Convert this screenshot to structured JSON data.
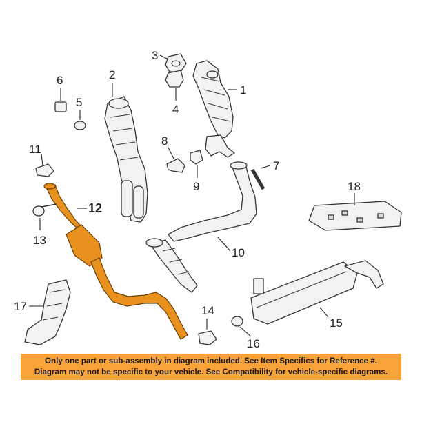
{
  "callouts": {
    "c1": "1",
    "c2": "2",
    "c3": "3",
    "c4": "4",
    "c5": "5",
    "c6": "6",
    "c7": "7",
    "c8": "8",
    "c9": "9",
    "c10": "10",
    "c11": "11",
    "c12": "12",
    "c13": "13",
    "c14": "14",
    "c15": "15",
    "c16": "16",
    "c17": "17",
    "c18": "18"
  },
  "highlight_color": "#e8911f",
  "banner": {
    "line1": "Only one part or sub-assembly in diagram included. See Item Specifics for Reference #.",
    "line2": "Diagram may not be specific to your vehicle. See Compatibility for vehicle-specific diagrams.",
    "color": "#f7a33a"
  }
}
